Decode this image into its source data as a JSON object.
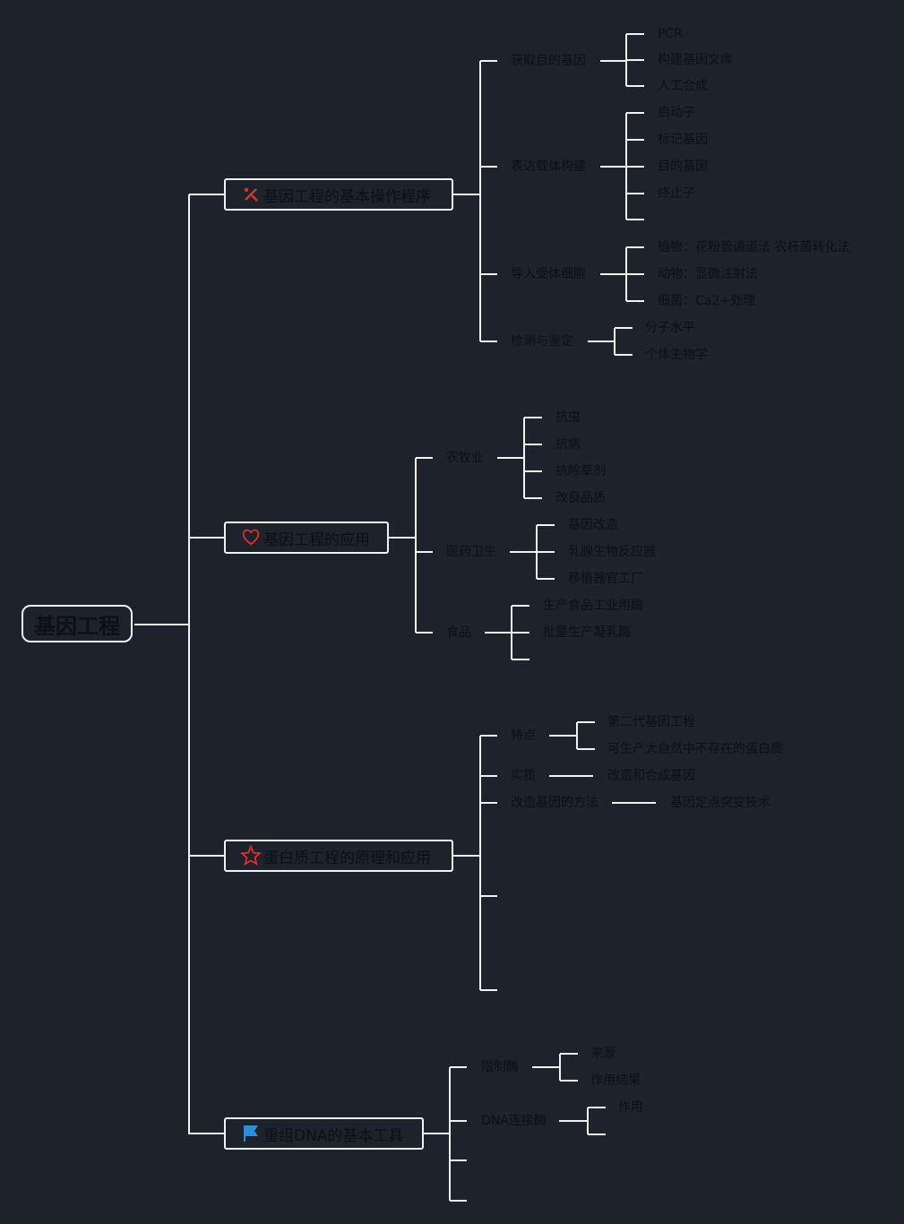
{
  "root": {
    "label": "基因工程"
  },
  "branches": [
    {
      "label": "基因工程的基本操作程序",
      "icon": "tools-icon",
      "topics": [
        {
          "label": "获取目的基因",
          "children": [
            "PCR",
            "构建基因文库",
            "人工合成"
          ]
        },
        {
          "label": "表达载体构建",
          "children": [
            "启动子",
            "标记基因",
            "目的基因",
            "终止子",
            ""
          ]
        },
        {
          "label": "导入受体细胞",
          "children": [
            "植物：花粉管通道法 农杆菌转化法",
            "动物：显微注射法",
            "细菌：Ca2+处理"
          ]
        },
        {
          "label": "检测与鉴定",
          "children": [
            "分子水平",
            "个体生物学"
          ]
        }
      ]
    },
    {
      "label": "基因工程的应用",
      "icon": "heart-icon",
      "topics": [
        {
          "label": "农牧业",
          "children": [
            "抗虫",
            "抗病",
            "抗除草剂",
            "改良品质"
          ]
        },
        {
          "label": "医药卫生",
          "children": [
            "基因改造",
            "乳腺生物反应器",
            "移植器官工厂"
          ]
        },
        {
          "label": "食品",
          "children": [
            "生产食品工业用酶",
            "批量生产凝乳酶",
            ""
          ]
        }
      ]
    },
    {
      "label": "蛋白质工程的原理和应用",
      "icon": "star-icon",
      "topics": [
        {
          "label": "特点",
          "children": [
            "第二代基因工程",
            "可生产大自然中不存在的蛋白质"
          ]
        },
        {
          "label": "实质",
          "children": [
            "改造和合成基因"
          ]
        },
        {
          "label": "改造基因的方法",
          "children": [
            "基因定点突变技术"
          ]
        },
        {
          "label": "",
          "children": []
        },
        {
          "label": "",
          "children": []
        }
      ]
    },
    {
      "label": "重组DNA的基本工具",
      "icon": "flag-icon",
      "topics": [
        {
          "label": "限制酶",
          "children": [
            "来源",
            "作用结果"
          ]
        },
        {
          "label": "DNA连接酶",
          "children": [
            "作用",
            ""
          ]
        },
        {
          "label": "",
          "children": []
        },
        {
          "label": "",
          "children": []
        }
      ]
    }
  ],
  "colors": {
    "background": "#1e222b",
    "line": "#f2f2f2",
    "text": "#0e1016",
    "tools_icon": "#d23a2a",
    "heart_icon": "#e0312a",
    "star_icon": "#e0312a",
    "flag_icon": "#2a8fd8"
  }
}
